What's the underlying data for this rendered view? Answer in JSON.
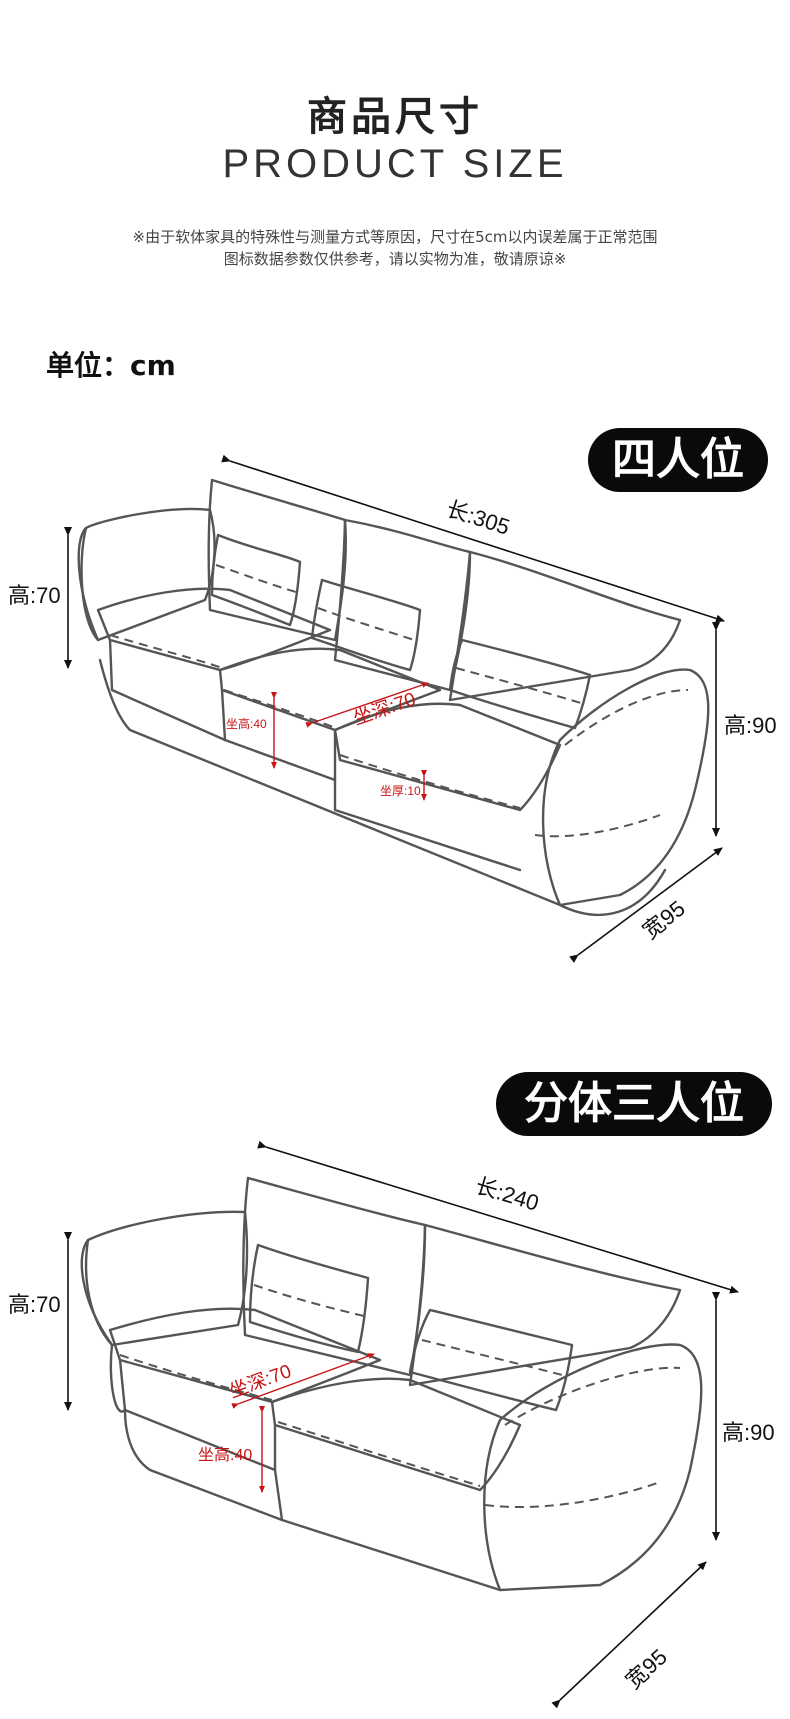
{
  "header": {
    "title_cn": "商品尺寸",
    "title_en": "PRODUCT SIZE",
    "note_line1": "※由于软体家具的特殊性与测量方式等原因，尺寸在5cm以内误差属于正常范围",
    "note_line2": "图标数据参数仅供参考，请以实物为准，敬请原谅※"
  },
  "unit_label": "单位：cm",
  "products": [
    {
      "badge": "四人位",
      "dimensions": {
        "length": "长:305",
        "back_height": "高:70",
        "total_height": "高:90",
        "width": "宽95",
        "seat_depth": "坐深:70",
        "seat_height": "坐高:40",
        "seat_thickness": "坐厚:10"
      }
    },
    {
      "badge": "分体三人位",
      "dimensions": {
        "length": "长:240",
        "back_height": "高:70",
        "total_height": "高:90",
        "width": "宽95",
        "seat_depth": "坐深:70",
        "seat_height": "坐高:40"
      }
    }
  ],
  "colors": {
    "badge_bg": "#0a0a0a",
    "badge_text": "#ffffff",
    "annotation_red": "#c81414",
    "line_art": "#555555"
  }
}
